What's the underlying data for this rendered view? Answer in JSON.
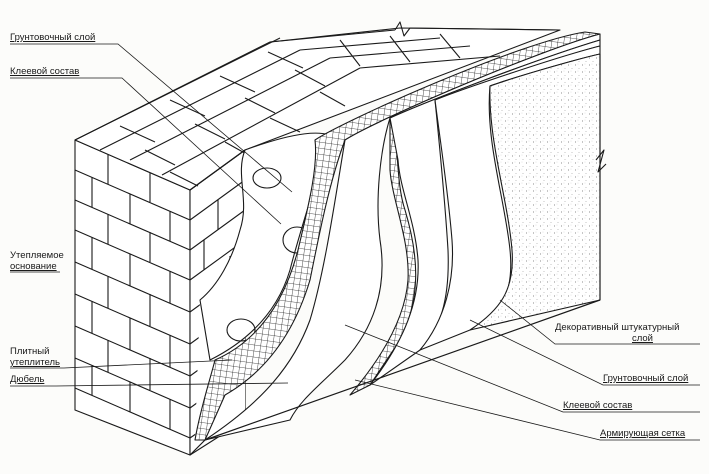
{
  "labels": {
    "primer_top": "Грунтовочный слой",
    "adhesive_top": "Клеевой состав",
    "base_line1": "Утепляемое",
    "base_line2": "основание",
    "slab_line1": "Плитный",
    "slab_line2": "утеплитель",
    "dowel": "Дюбель",
    "plaster_line1": "Декоративный штукатурный",
    "plaster_line2": "слой",
    "primer_right": "Грунтовочный слой",
    "adhesive_right": "Клеевой состав",
    "mesh": "Армирующая сетка"
  },
  "colors": {
    "ink": "#1a1a1a",
    "paper": "#fcfcfa"
  }
}
